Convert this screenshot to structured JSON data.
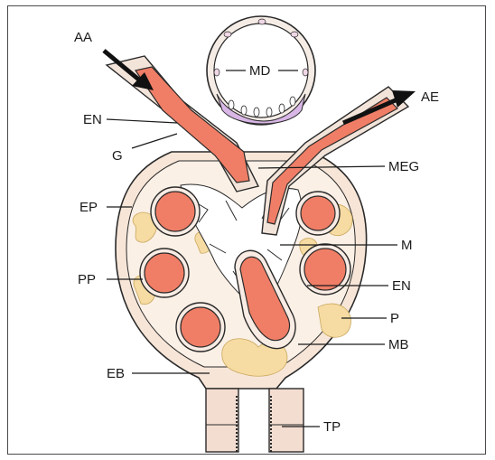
{
  "labels": {
    "aa": "AA",
    "ae": "AE",
    "md": "MD",
    "en_top": "EN",
    "g": "G",
    "meg": "MEG",
    "ep": "EP",
    "m": "M",
    "pp": "PP",
    "en_right": "EN",
    "p": "P",
    "mb": "MB",
    "eb": "EB",
    "tp": "TP"
  },
  "colors": {
    "frame": "#4a4a4a",
    "capsule_fill": "#f7e6d8",
    "vessel_lumen": "#f07e66",
    "podocyte": "#f6dba2",
    "macula_densa_cells": "#d8b6e6",
    "line": "#2a2a2a"
  }
}
